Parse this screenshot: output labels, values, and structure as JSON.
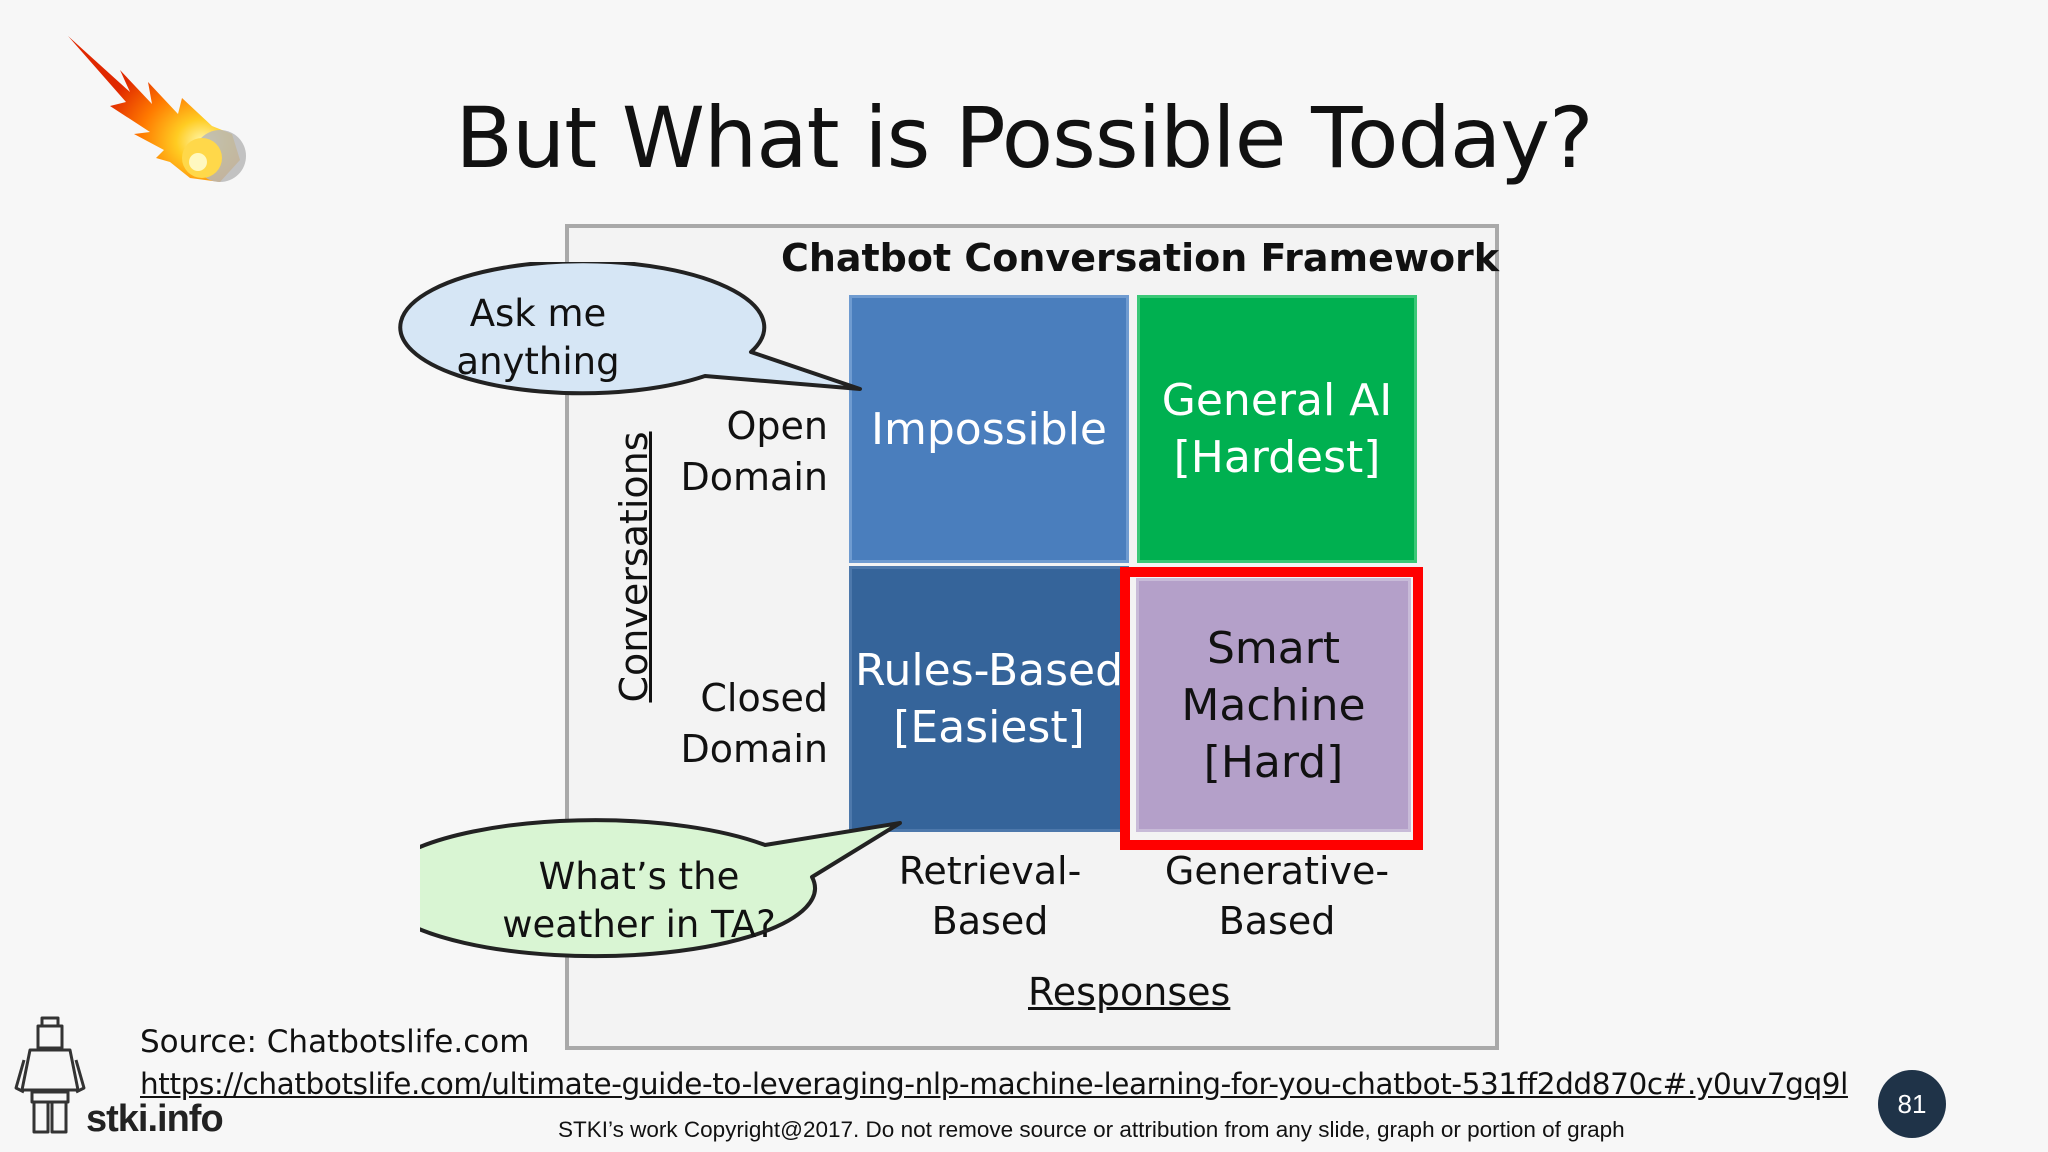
{
  "slide": {
    "title": "But What is Possible Today?",
    "page_number": "81"
  },
  "diagram": {
    "title": "Chatbot Conversation Framework",
    "y_axis_label": "Conversations",
    "x_axis_label": "Responses",
    "rows": [
      "Open Domain",
      "Closed Domain"
    ],
    "row_lines": {
      "open": [
        "Open",
        "Domain"
      ],
      "closed": [
        "Closed",
        "Domain"
      ]
    },
    "columns": {
      "retrieval": [
        "Retrieval-",
        "Based"
      ],
      "generative": [
        "Generative-",
        "Based"
      ]
    },
    "quadrants": {
      "impossible": {
        "lines": [
          "Impossible"
        ],
        "color": "#4a7ebd"
      },
      "general_ai": {
        "lines": [
          "General AI",
          "[Hardest]"
        ],
        "color": "#00b050"
      },
      "rules_based": {
        "lines": [
          "Rules-Based",
          "[Easiest]"
        ],
        "color": "#35649a"
      },
      "smart_machine": {
        "lines": [
          "Smart",
          "Machine",
          "[Hard]"
        ],
        "color": "#b4a0c9"
      }
    },
    "highlight_color": "#ff0000"
  },
  "bubbles": {
    "ask": {
      "lines": [
        "Ask me",
        "anything"
      ],
      "color": "#d6e6f5"
    },
    "weather": {
      "lines": [
        "What’s the",
        "weather in TA?"
      ],
      "color": "#d9f5d3"
    }
  },
  "footer": {
    "source_label": "Source: Chatbotslife.com",
    "source_url": "https://chatbotslife.com/ultimate-guide-to-leveraging-nlp-machine-learning-for-you-chatbot-531ff2dd870c#.y0uv7gq9l",
    "copyright": "STKI’s work Copyright@2017. Do not remove source or attribution from any slide, graph or portion of graph",
    "logo_text": "stki.info"
  },
  "icons": {
    "meteor": "meteor-icon",
    "logo_figure": "lego-figure-icon"
  }
}
